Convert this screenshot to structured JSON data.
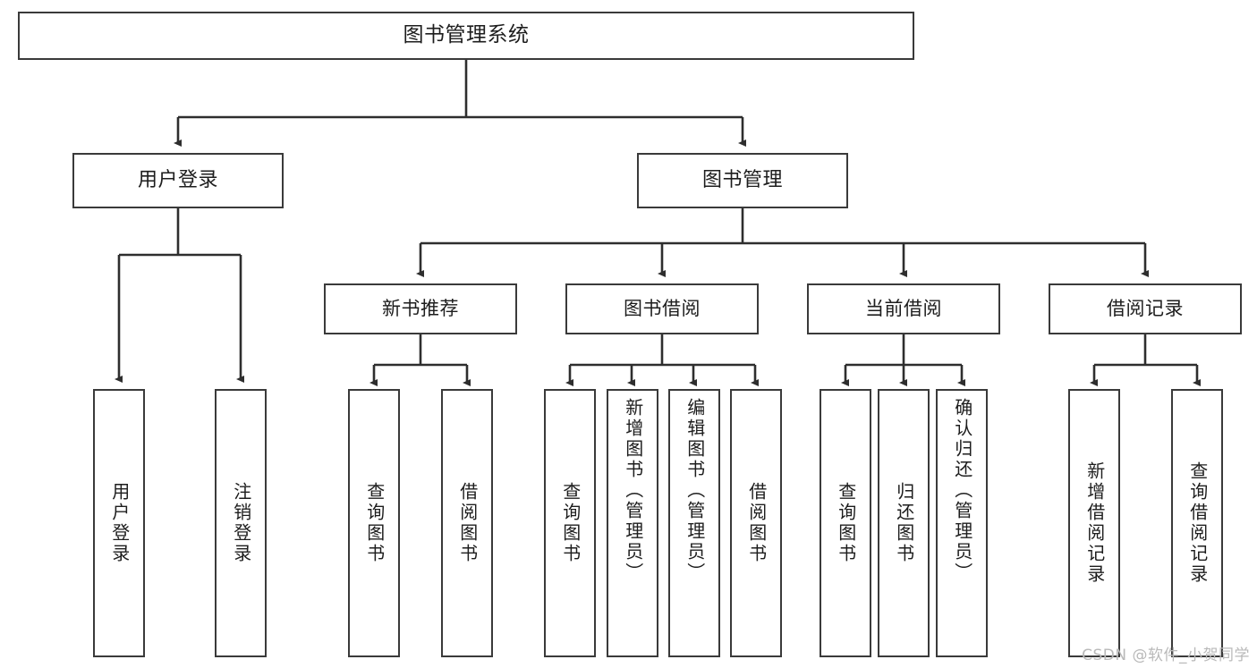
{
  "diagram": {
    "title": "图书管理系统",
    "watermark": "CSDN @软件_小贺同学",
    "colors": {
      "stroke": "#3a3a3a",
      "text": "#1d1d1d",
      "background": "#ffffff",
      "watermark": "#b9b9b9"
    },
    "root": {
      "label": "图书管理系统"
    },
    "level2": [
      {
        "label": "用户登录"
      },
      {
        "label": "图书管理"
      }
    ],
    "level3": [
      {
        "label": "新书推荐"
      },
      {
        "label": "图书借阅"
      },
      {
        "label": "当前借阅"
      },
      {
        "label": "借阅记录"
      }
    ],
    "leaves": {
      "user_login": [
        {
          "label": "用户登录"
        },
        {
          "label": "注销登录"
        }
      ],
      "new_book_recommend": [
        {
          "label": "查询图书"
        },
        {
          "label": "借阅图书"
        }
      ],
      "book_borrow": [
        {
          "label": "查询图书"
        },
        {
          "label": "新增图书（管理员）"
        },
        {
          "label": "编辑图书（管理员）"
        },
        {
          "label": "借阅图书"
        }
      ],
      "current_borrow": [
        {
          "label": "查询图书"
        },
        {
          "label": "归还图书"
        },
        {
          "label": "确认归还（管理员）"
        }
      ],
      "borrow_record": [
        {
          "label": "新增借阅记录"
        },
        {
          "label": "查询借阅记录"
        }
      ]
    }
  }
}
